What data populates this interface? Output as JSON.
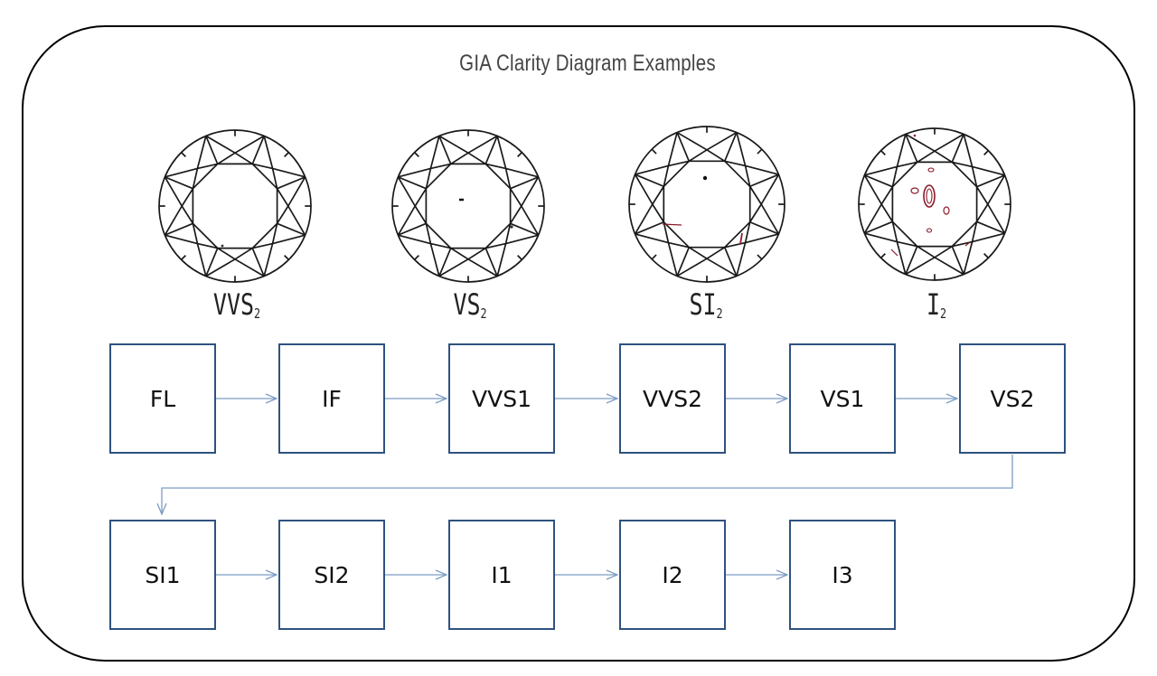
{
  "title": "GIA Clarity Diagram Examples",
  "gems": [
    {
      "base": "VVS",
      "sub": "2"
    },
    {
      "base": "VS",
      "sub": "2"
    },
    {
      "base": "SI",
      "sub": "2"
    },
    {
      "base": "I",
      "sub": "2"
    }
  ],
  "grades_row1": [
    "FL",
    "IF",
    "VVS1",
    "VVS2",
    "VS1",
    "VS2"
  ],
  "grades_row2": [
    "SI1",
    "SI2",
    "I1",
    "I2",
    "I3"
  ],
  "colors": {
    "box_border": "#2f527f",
    "arrow": "#7c9cc4",
    "inclusion": "#8b1a2b"
  }
}
